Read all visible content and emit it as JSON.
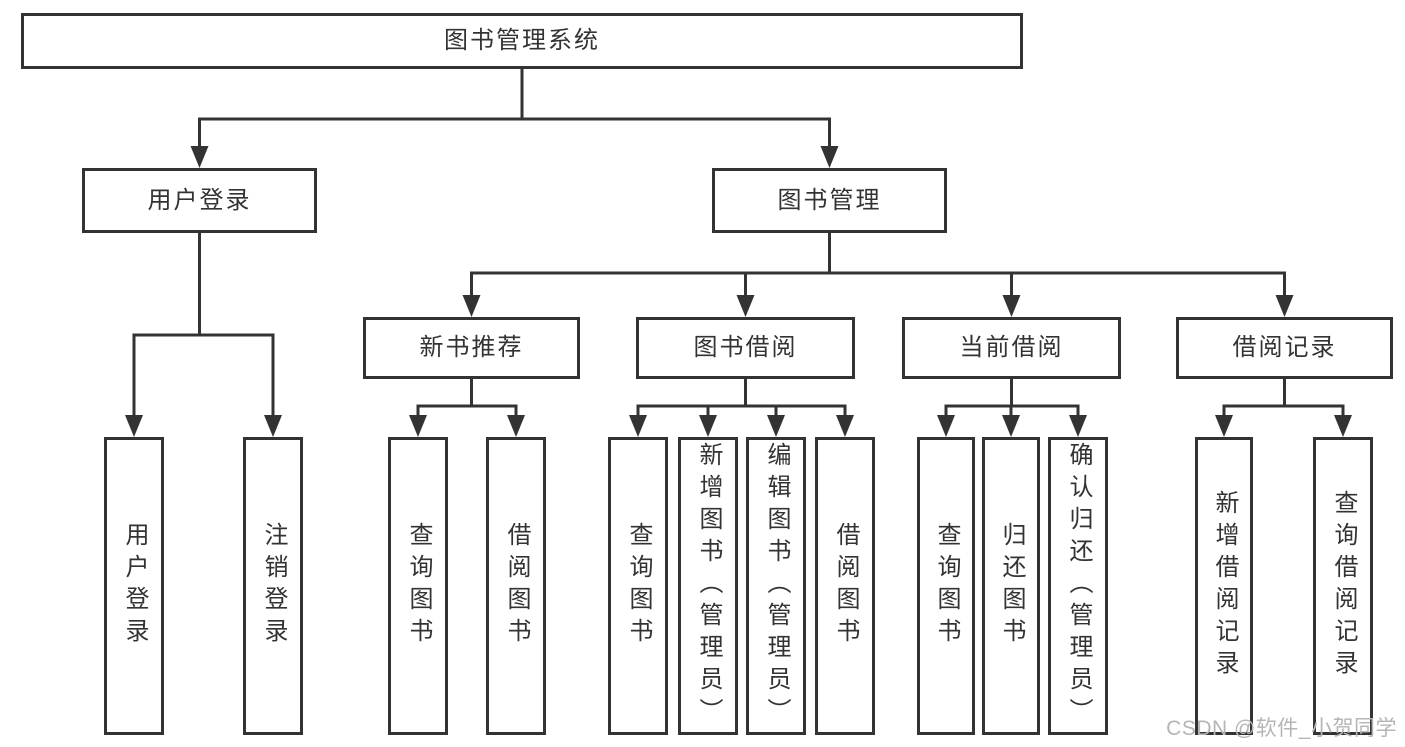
{
  "diagram": {
    "watermark": "CSDN @软件_小贺同学",
    "colors": {
      "line": "#333333",
      "box_border": "#333333",
      "box_fill": "#ffffff",
      "text": "#333333",
      "watermark": "#b5b5b5",
      "background": "#ffffff"
    },
    "tree": {
      "id": "root",
      "label": "图书管理系统",
      "children": [
        {
          "id": "user-login",
          "label": "用户登录",
          "children": [
            {
              "id": "do-login",
              "label": "用户登录"
            },
            {
              "id": "logout",
              "label": "注销登录"
            }
          ]
        },
        {
          "id": "book-mgmt",
          "label": "图书管理",
          "children": [
            {
              "id": "new-book-rec",
              "label": "新书推荐",
              "children": [
                {
                  "id": "nbr-query",
                  "label": "查询图书"
                },
                {
                  "id": "nbr-borrow",
                  "label": "借阅图书"
                }
              ]
            },
            {
              "id": "book-borrow",
              "label": "图书借阅",
              "children": [
                {
                  "id": "bb-query",
                  "label": "查询图书"
                },
                {
                  "id": "bb-add",
                  "label": "新增图书（管理员）"
                },
                {
                  "id": "bb-edit",
                  "label": "编辑图书（管理员）"
                },
                {
                  "id": "bb-borrow",
                  "label": "借阅图书"
                }
              ]
            },
            {
              "id": "current-borrow",
              "label": "当前借阅",
              "children": [
                {
                  "id": "cb-query",
                  "label": "查询图书"
                },
                {
                  "id": "cb-return",
                  "label": "归还图书"
                },
                {
                  "id": "cb-confirm",
                  "label": "确认归还（管理员）"
                }
              ]
            },
            {
              "id": "borrow-records",
              "label": "借阅记录",
              "children": [
                {
                  "id": "br-add",
                  "label": "新增借阅记录"
                },
                {
                  "id": "br-query",
                  "label": "查询借阅记录"
                }
              ]
            }
          ]
        }
      ]
    }
  }
}
